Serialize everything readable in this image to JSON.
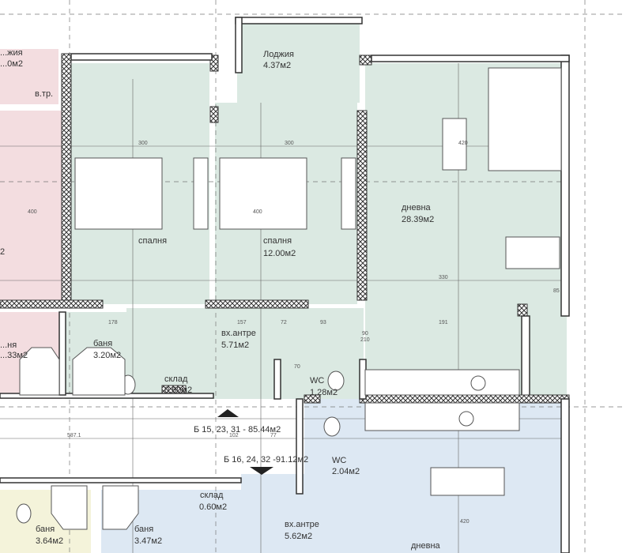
{
  "colors": {
    "green_unit": "#dbe9e2",
    "pink_unit": "#f3dde0",
    "blue_unit": "#dde8f3",
    "yellow_unit": "#f4f3da",
    "walls": "#333333"
  },
  "rooms": {
    "left_loggia": {
      "name": "...жия",
      "area": "...0м2",
      "note": "в.тр."
    },
    "left_room": {
      "area": "2"
    },
    "bedroom_1": {
      "name": "спалня"
    },
    "bedroom_2": {
      "name": "спалня",
      "area": "12.00м2"
    },
    "loggia": {
      "name": "Лоджия",
      "area": "4.37м2"
    },
    "living_top": {
      "name": "дневна",
      "area": "28.39м2"
    },
    "bath_left": {
      "name": "...ня",
      "area": "...33м2"
    },
    "bath_top": {
      "name": "баня",
      "area": "3.20м2"
    },
    "storage_top": {
      "name": "склад",
      "area": "0.60м2"
    },
    "hall_top": {
      "name": "вх.антре",
      "area": "5.71м2"
    },
    "wc_top": {
      "name": "WC",
      "area": "1.28м2"
    },
    "wc_bottom": {
      "name": "WC",
      "area": "2.04м2"
    },
    "bath_bottom_1": {
      "name": "баня",
      "area": "3.64м2"
    },
    "bath_bottom_2": {
      "name": "баня",
      "area": "3.47м2"
    },
    "storage_bottom": {
      "name": "склад",
      "area": "0.60м2"
    },
    "hall_bottom": {
      "name": "вх.антре",
      "area": "5.62м2"
    },
    "living_bottom": {
      "name": "дневна"
    }
  },
  "units": {
    "upper": "Б 15, 23, 31 - 85.44м2",
    "lower": "Б 16, 24, 32 -91.12м2"
  },
  "dimensions": [
    "300",
    "300",
    "400",
    "400",
    "330",
    "420",
    "191",
    "157",
    "72",
    "93",
    "178",
    "102",
    "77",
    "587.1",
    "70",
    "210",
    "90",
    "85",
    "420"
  ]
}
